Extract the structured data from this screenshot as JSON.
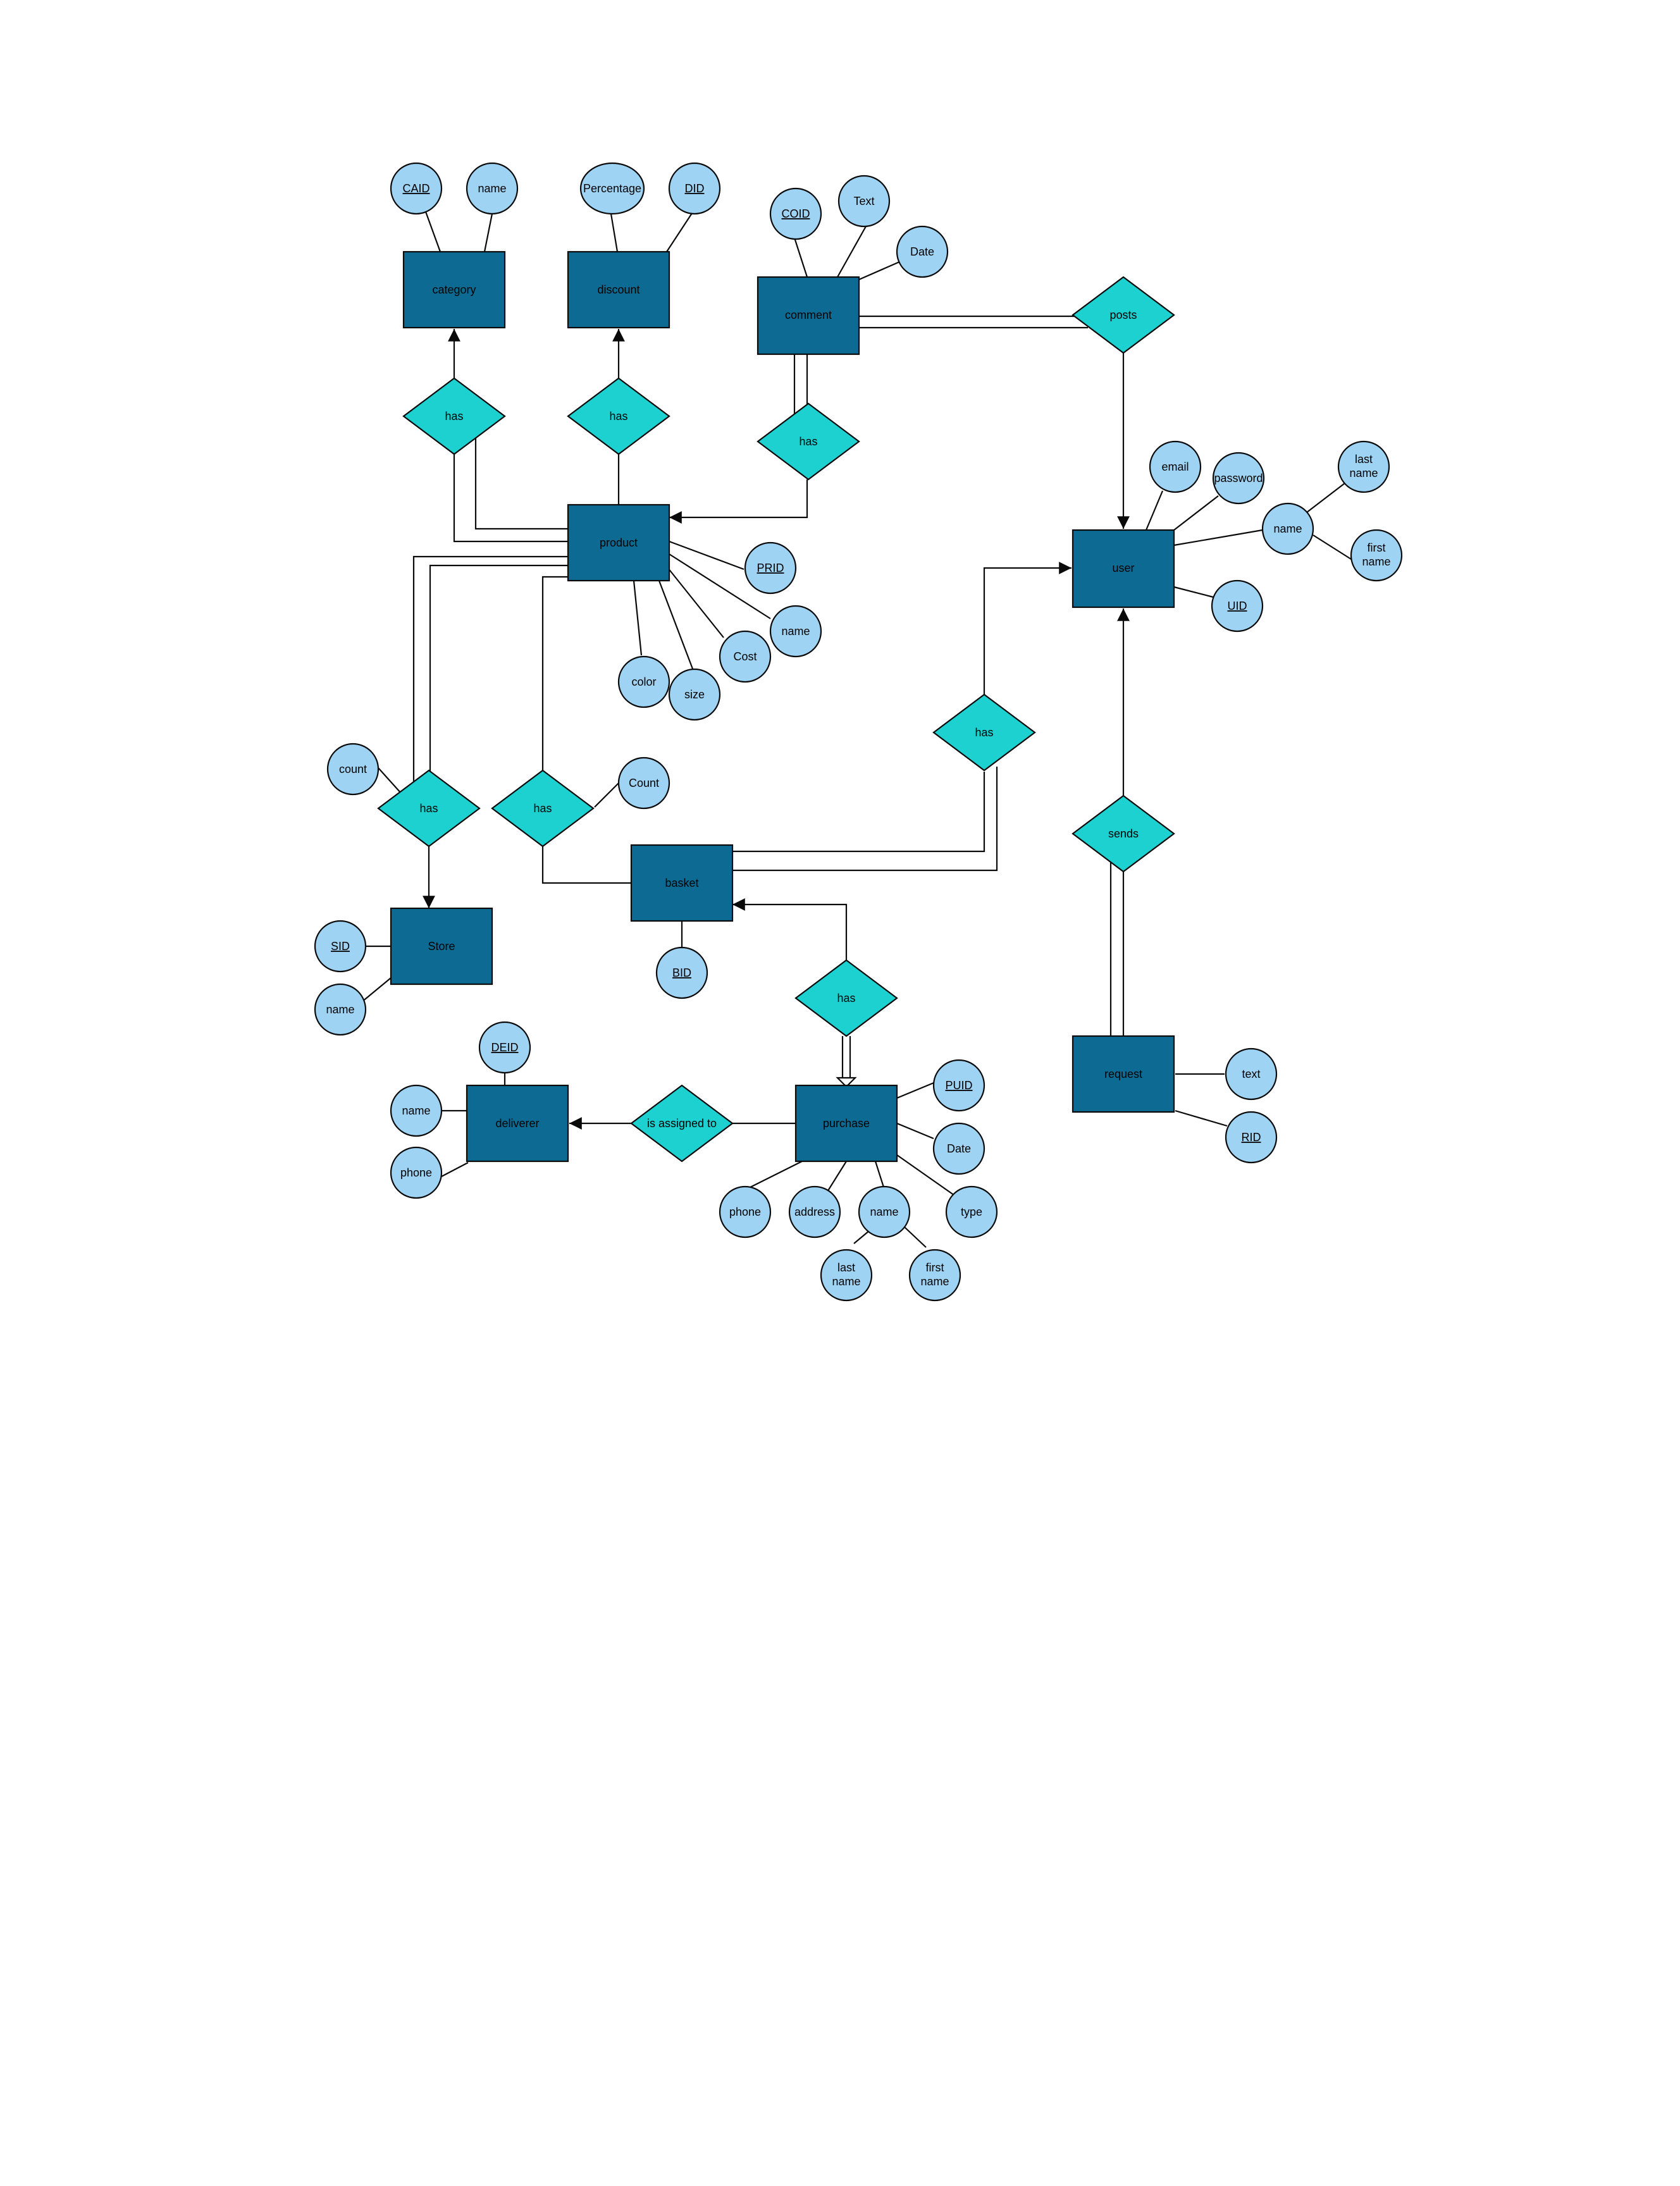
{
  "colors": {
    "entity": "#0d6b93",
    "relationship": "#1ed1d1",
    "attribute": "#9fd3f4",
    "line": "#0a0a0a",
    "background": "#ffffff"
  },
  "entities": {
    "category": "category",
    "discount": "discount",
    "comment": "comment",
    "product": "product",
    "user": "user",
    "basket": "basket",
    "store": "Store",
    "deliverer": "deliverer",
    "purchase": "purchase",
    "request": "request"
  },
  "relationships": {
    "has_category": "has",
    "has_discount": "has",
    "has_comment": "has",
    "posts": "posts",
    "has_user_basket": "has",
    "sends": "sends",
    "has_store": "has",
    "has_basket_product": "has",
    "has_purchase": "has",
    "is_assigned_to": "is assigned to"
  },
  "attributes": {
    "category_caid": "CAID",
    "category_name": "name",
    "discount_percentage": "Percentage",
    "discount_did": "DID",
    "comment_coid": "COID",
    "comment_text": "Text",
    "comment_date": "Date",
    "user_email": "email",
    "user_password": "password",
    "user_name": "name",
    "user_last_name_1": "last",
    "user_last_name_2": "name",
    "user_first_name_1": "first",
    "user_first_name_2": "name",
    "user_uid": "UID",
    "product_prid": "PRID",
    "product_name": "name",
    "product_cost": "Cost",
    "product_size": "size",
    "product_color": "color",
    "store_count": "count",
    "basket_count": "Count",
    "store_sid": "SID",
    "store_name": "name",
    "basket_bid": "BID",
    "deliverer_deid": "DEID",
    "deliverer_name": "name",
    "deliverer_phone": "phone",
    "purchase_puid": "PUID",
    "purchase_date": "Date",
    "purchase_type": "type",
    "purchase_phone": "phone",
    "purchase_address": "address",
    "purchase_name": "name",
    "purchase_last_name_1": "last",
    "purchase_last_name_2": "name",
    "purchase_first_name_1": "first",
    "purchase_first_name_2": "name",
    "request_text": "text",
    "request_rid": "RID"
  }
}
